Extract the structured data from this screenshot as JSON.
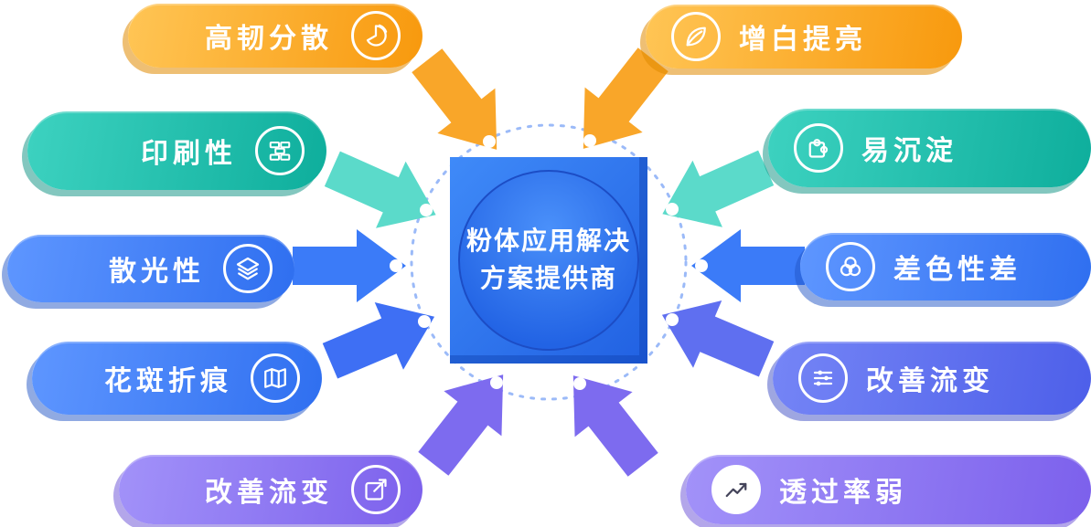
{
  "diagram": {
    "center": {
      "line1": "粉体应用解决",
      "line2": "方案提供商"
    },
    "left_pills": [
      {
        "label": "高韧分散",
        "icon": "pie-chart-icon",
        "color": "#F8990D"
      },
      {
        "label": "印刷性",
        "icon": "bricks-icon",
        "color": "#0EAE9C"
      },
      {
        "label": "散光性",
        "icon": "layers-icon",
        "color": "#3B7CFB"
      },
      {
        "label": "花斑折痕",
        "icon": "map-icon",
        "color": "#3B7CFB"
      },
      {
        "label": "改善流变",
        "icon": "edit-square-icon",
        "color": "#7C60EC"
      }
    ],
    "right_pills": [
      {
        "label": "增白提亮",
        "icon": "leaf-icon",
        "color": "#F8990D"
      },
      {
        "label": "易沉淀",
        "icon": "puzzle-icon",
        "color": "#0EAE9C"
      },
      {
        "label": "差色性差",
        "icon": "color-circles-icon",
        "color": "#3B7CFB"
      },
      {
        "label": "改善流变",
        "icon": "sliders-icon",
        "color": "#4D5FE9"
      },
      {
        "label": "透过率弱",
        "icon": "line-chart-icon",
        "color": "#7C60EC"
      }
    ],
    "accents": {
      "orange": "#F8990D",
      "teal": "#0EAE9C",
      "blue": "#3B7CFB",
      "indigo": "#4D5FE9",
      "purple": "#7C60EC",
      "center_blue": "#2161E2",
      "dashed_ring": "#9BBAF8"
    }
  }
}
